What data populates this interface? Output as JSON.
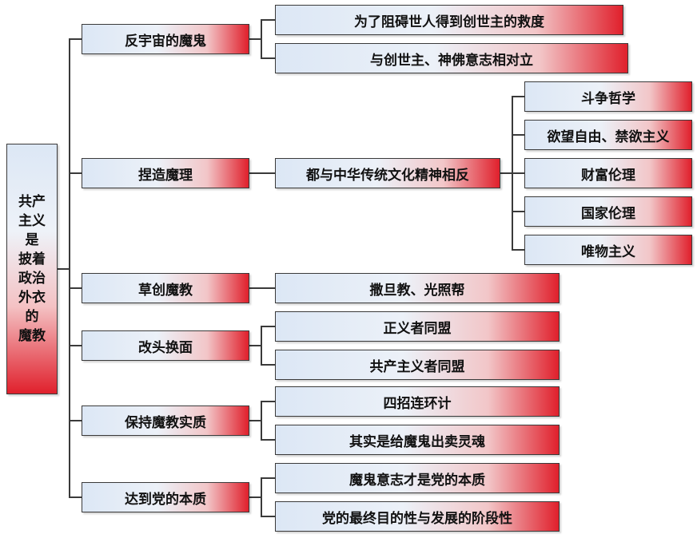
{
  "root": {
    "lines": [
      "共产",
      "主义",
      "是",
      "披着",
      "政治",
      "外衣",
      "的",
      "魔教"
    ]
  },
  "branches": [
    {
      "label": "反宇宙的魔鬼",
      "children": [
        {
          "label": "为了阻碍世人得到创世主的救度"
        },
        {
          "label": "与创世主、神佛意志相对立"
        }
      ]
    },
    {
      "label": "捏造魔理",
      "children": [
        {
          "label": "都与中华传统文化精神相反",
          "children": [
            {
              "label": "斗争哲学"
            },
            {
              "label": "欲望自由、禁欲主义"
            },
            {
              "label": "财富伦理"
            },
            {
              "label": "国家伦理"
            },
            {
              "label": "唯物主义"
            }
          ]
        }
      ]
    },
    {
      "label": "草创魔教",
      "children": [
        {
          "label": "撒旦教、光照帮"
        }
      ]
    },
    {
      "label": "改头换面",
      "children": [
        {
          "label": "正义者同盟"
        },
        {
          "label": "共产主义者同盟"
        }
      ]
    },
    {
      "label": "保持魔教实质",
      "children": [
        {
          "label": "四招连环计"
        },
        {
          "label": "其实是给魔鬼出卖灵魂"
        }
      ]
    },
    {
      "label": "达到党的本质",
      "children": [
        {
          "label": "魔鬼意志才是党的本质"
        },
        {
          "label": "党的最终目的性与发展的阶段性"
        }
      ]
    }
  ]
}
